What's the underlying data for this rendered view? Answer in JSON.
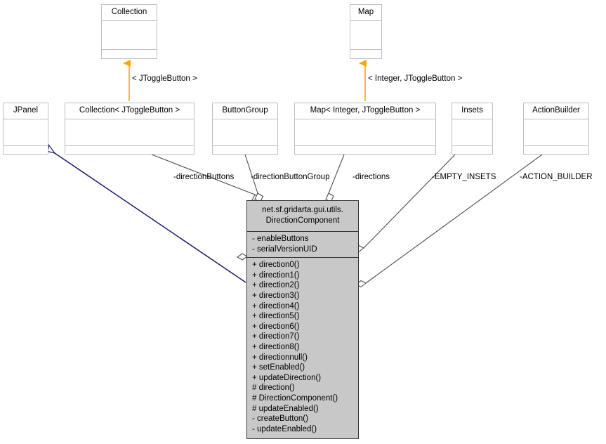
{
  "diagram": {
    "kind": "uml-class-diagram",
    "colors": {
      "background": "#ffffff",
      "box_border": "#bfbfbf",
      "focus_border": "#363636",
      "focus_fill": "#c8c8c8",
      "inheritance_arrow": "#191970",
      "template_binding_arrow": "#ffa500",
      "association_line": "#4d4d4d"
    }
  },
  "classes": {
    "collection": {
      "name": "Collection"
    },
    "map": {
      "name": "Map"
    },
    "jpanel": {
      "name": "JPanel"
    },
    "collection_toggle": {
      "name": "Collection< JToggleButton >"
    },
    "button_group": {
      "name": "ButtonGroup"
    },
    "map_integer_toggle": {
      "name": "Map< Integer, JToggleButton >"
    },
    "insets": {
      "name": "Insets"
    },
    "action_builder": {
      "name": "ActionBuilder"
    },
    "focus": {
      "name_line1": "net.sf.gridarta.gui.utils.",
      "name_line2": "DirectionComponent",
      "attributes": [
        "- enableButtons",
        "- serialVersionUID"
      ],
      "operations": [
        "+ direction0()",
        "+ direction1()",
        "+ direction2()",
        "+ direction3()",
        "+ direction4()",
        "+ direction5()",
        "+ direction6()",
        "+ direction7()",
        "+ direction8()",
        "+ directionnull()",
        "+ setEnabled()",
        "+ updateDirection()",
        "# direction()",
        "# DirectionComponent()",
        "# updateEnabled()",
        "- createButton()",
        "- updateEnabled()"
      ]
    }
  },
  "edge_labels": {
    "binding_collection": "< JToggleButton >",
    "binding_map": "< Integer, JToggleButton >",
    "direction_buttons": "-directionButtons",
    "direction_button_group": "-directionButtonGroup",
    "directions": "-directions",
    "empty_insets": "-EMPTY_INSETS",
    "action_builder": "-ACTION_BUILDER"
  }
}
